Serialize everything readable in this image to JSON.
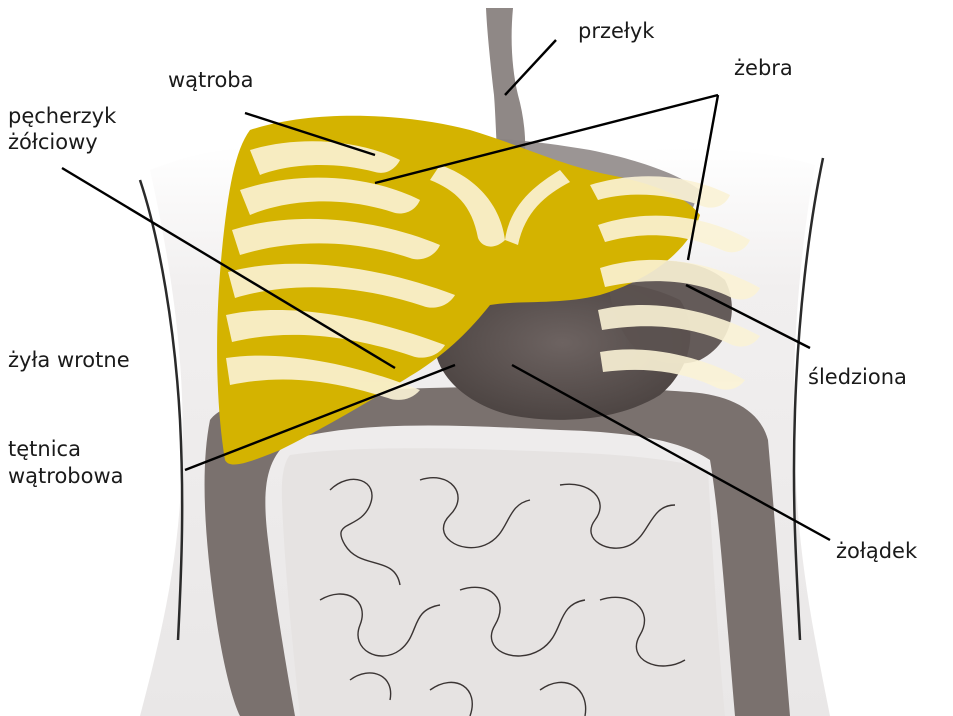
{
  "labels": {
    "przelyk": "przełyk",
    "watroba": "wątroba",
    "zebra": "żebra",
    "pecherzyk_line1": "pęcherzyk",
    "pecherzyk_line2": "żółciowy",
    "zyla": "żyła wrotne",
    "sledziona": "śledziona",
    "tetnica_line1": "tętnica",
    "tetnica_line2": "wątrobowa",
    "zoladek": "żołądek"
  },
  "colors": {
    "liver": "#d4b300",
    "rib": "#fbf3d6",
    "stomach": "#5c5250",
    "intestine": "#7a716e",
    "small_intestine": "#e6e3e2",
    "body_fill": "#efeeee",
    "esophagus": "#8f8886",
    "leader_line": "#000000"
  }
}
